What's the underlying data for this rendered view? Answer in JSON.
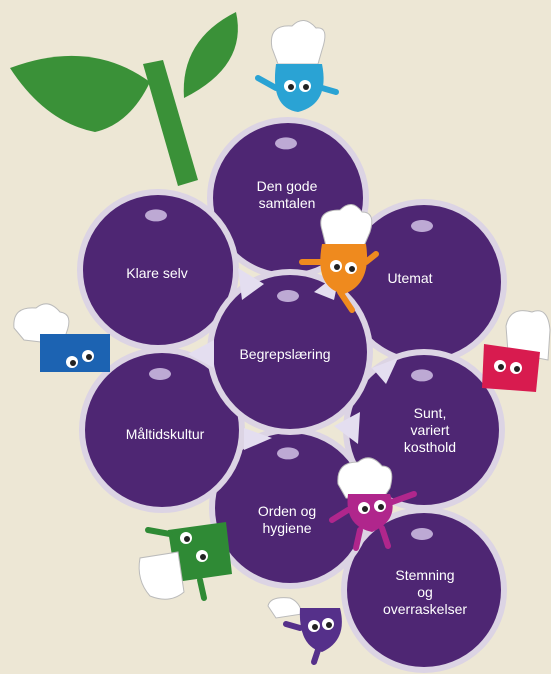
{
  "diagram": {
    "nodes": [
      {
        "id": "den-gode-samtalen",
        "lines": [
          "Den gode",
          "samtalen"
        ]
      },
      {
        "id": "klare-selv",
        "lines": [
          "Klare selv"
        ]
      },
      {
        "id": "utemat",
        "lines": [
          "Utemat"
        ]
      },
      {
        "id": "begrepslaering",
        "lines": [
          "Begrepslæring"
        ]
      },
      {
        "id": "maltidskultur",
        "lines": [
          "Måltidskultur"
        ]
      },
      {
        "id": "sunt-variert-kosthold",
        "lines": [
          "Sunt,",
          "variert",
          "kosthold"
        ]
      },
      {
        "id": "orden-og-hygiene",
        "lines": [
          "Orden og",
          "hygiene"
        ]
      },
      {
        "id": "stemning-og-overraskelser",
        "lines": [
          "Stemning",
          "og",
          "overraskelser"
        ]
      }
    ]
  },
  "colors": {
    "background": "#ede7d5",
    "grape": "#4e2673",
    "grape_outline": "#dcd4e4",
    "highlight": "#bda9d4",
    "leaf": "#3a9138",
    "mascot_blue": "#2aa3d4",
    "mascot_orange": "#ef8a1e",
    "mascot_navy": "#1c63b2",
    "mascot_red": "#d81b4f",
    "mascot_magenta": "#b0268c",
    "mascot_green": "#2f8a35",
    "mascot_purple": "#55308a"
  }
}
